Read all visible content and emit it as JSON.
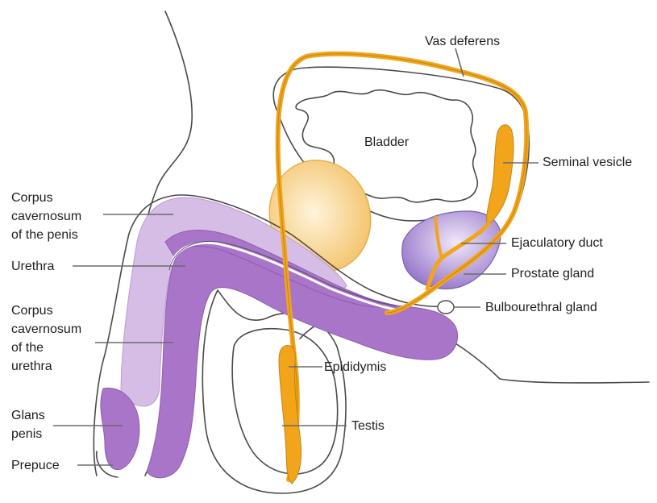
{
  "labels": {
    "vas_deferens": "Vas deferens",
    "bladder": "Bladder",
    "seminal_vesicle": "Seminal vesicle",
    "corpus_cavernosum_penis": [
      "Corpus",
      "cavernosum",
      "of the penis"
    ],
    "ejaculatory_duct": "Ejaculatory duct",
    "urethra": "Urethra",
    "prostate_gland": "Prostate gland",
    "bulbourethral_gland": "Bulbourethral gland",
    "corpus_cavernosum_urethra": [
      "Corpus",
      "cavernosum",
      "of the",
      "urethra"
    ],
    "epididymis": "Epididymis",
    "glans_penis": [
      "Glans",
      "penis"
    ],
    "testis": "Testis",
    "prepuce": "Prepuce"
  },
  "colors": {
    "duct_orange": "#f2a51a",
    "purple_dark": "#a975c9",
    "purple_light": "#d5bde6",
    "prostate": "#9e7ccf",
    "rectum_fill": "#f5c97a",
    "outline": "#4a4a4a",
    "leader": "#6b6b6b"
  }
}
